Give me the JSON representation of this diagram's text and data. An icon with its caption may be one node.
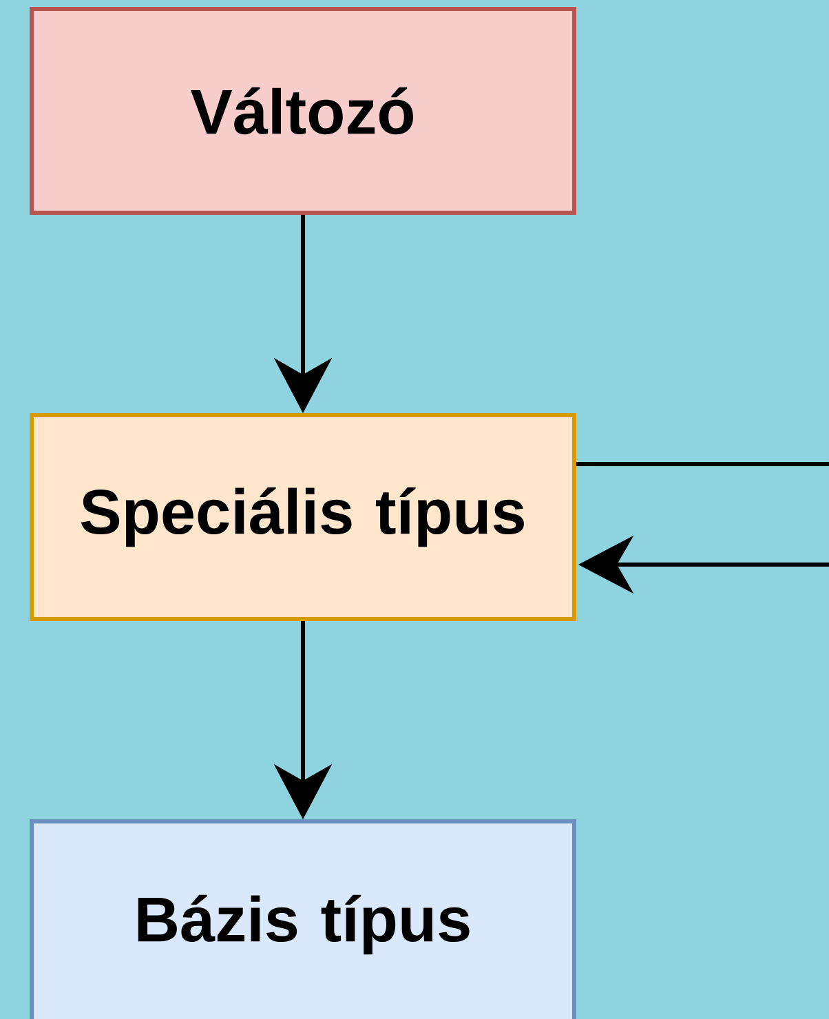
{
  "diagram": {
    "nodes": [
      {
        "text": [
          "Változó"
        ]
      },
      {
        "text": [
          "Speciális típus"
        ]
      },
      {
        "text": [
          "Bázis típus"
        ]
      }
    ],
    "edges": [
      {
        "from": 0,
        "to": 1,
        "arrow": "to"
      },
      {
        "from": 1,
        "to": 2,
        "arrow": "to"
      },
      {
        "from": 1,
        "to": null,
        "arrow": "none"
      },
      {
        "from": null,
        "to": 1,
        "arrow": "to"
      }
    ]
  }
}
